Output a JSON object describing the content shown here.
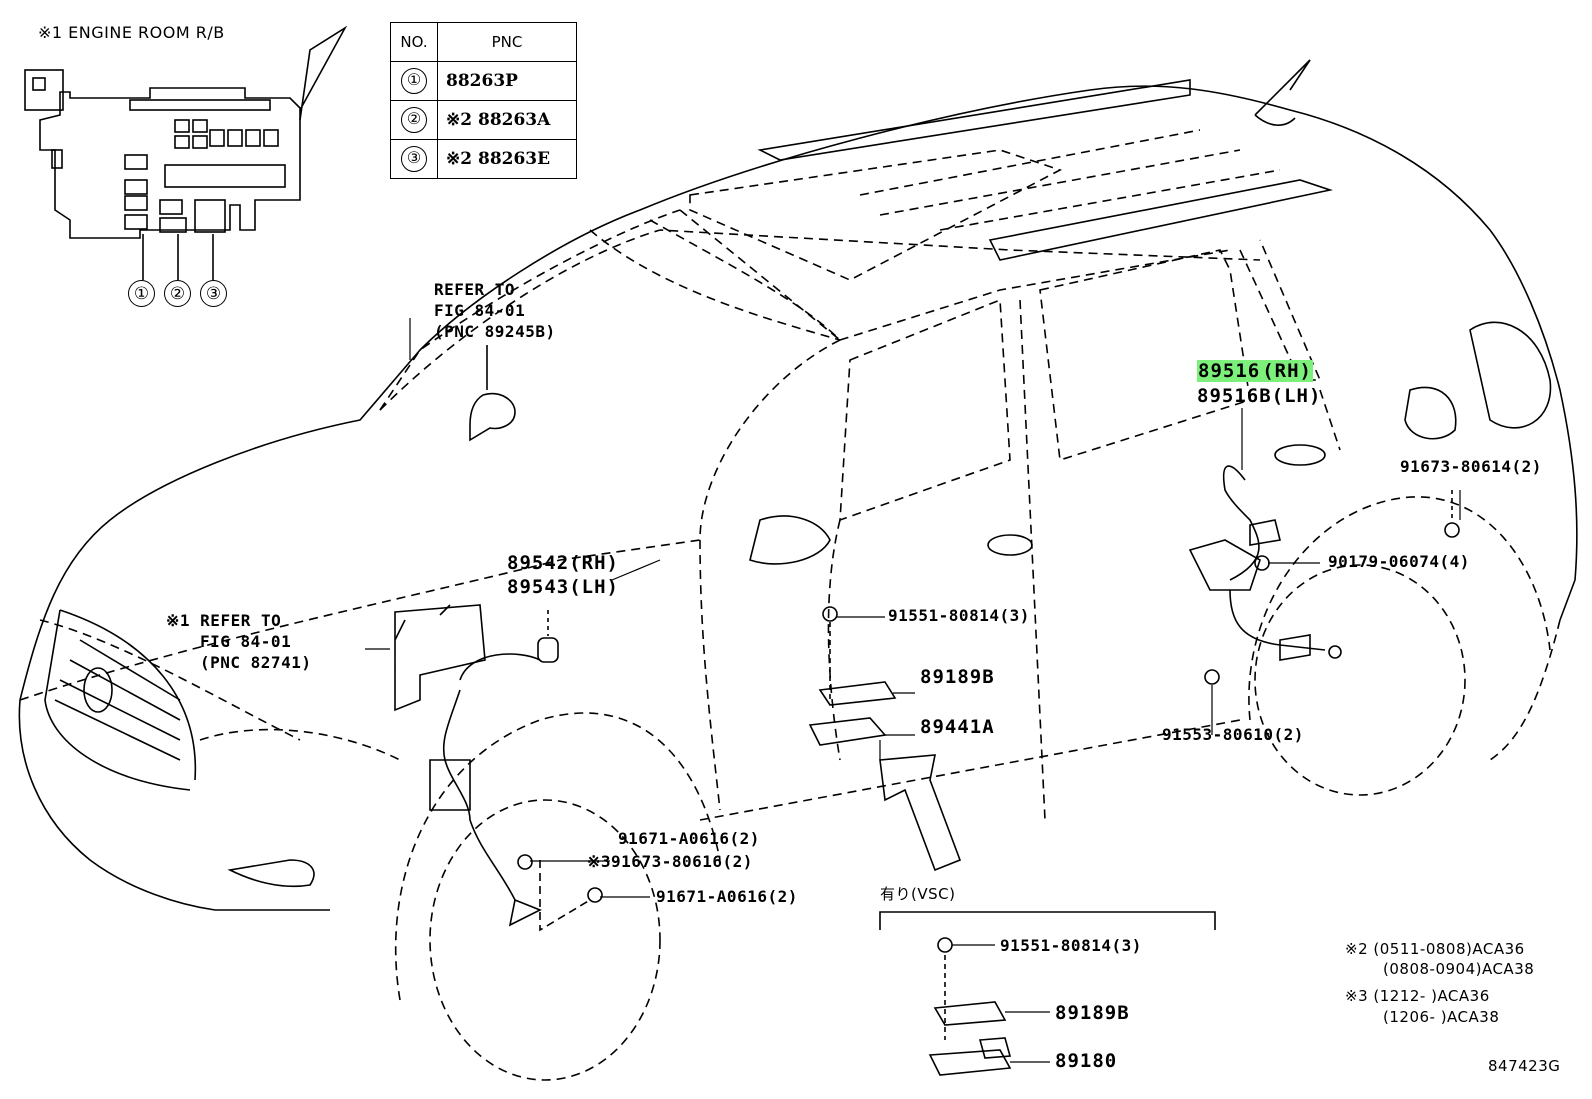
{
  "fuse_box": {
    "title": "※1 ENGINE ROOM R/B",
    "callouts": [
      "①",
      "②",
      "③"
    ]
  },
  "pnc_table": {
    "headers": [
      "NO.",
      "PNC"
    ],
    "rows": [
      {
        "no": "①",
        "pnc": "88263P"
      },
      {
        "no": "②",
        "pnc": "※2 88263A"
      },
      {
        "no": "③",
        "pnc": "※2 88263E"
      }
    ]
  },
  "labels": {
    "refer_a": [
      "REFER TO",
      "FIG 84-01",
      "(PNC 89245B)"
    ],
    "refer_b": [
      "※1 REFER TO",
      "FIG 84-01",
      "(PNC 82741)"
    ],
    "p89516a": "89516",
    "p89516a_suffix": "(RH)",
    "p89516b": "89516B(LH)",
    "p89542": "89542(RH)",
    "p89543": "89543(LH)",
    "p91551_top": "91551-80814(3)",
    "p89189b_top": "89189B",
    "p89441a": "89441A",
    "p91673_right": "91673-80614(2)",
    "p90179": "90179-06074(4)",
    "p91553": "91553-80610(2)",
    "p91671_a": "91671-A0616(2)",
    "p91673_front": "※391673-80616(2)",
    "p91671_b": "91671-A0616(2)",
    "vsc_header": "有り(VSC)",
    "p91551_bottom": "91551-80814(3)",
    "p89189b_bottom": "89189B",
    "p89180": "89180",
    "note2_a": "※2 (0511-0808)ACA36",
    "note2_b": "(0808-0904)ACA38",
    "note3_a": "※3 (1212-      )ACA36",
    "note3_b": "(1206-      )ACA38",
    "fig_code": "847423G"
  },
  "colors": {
    "highlight": "#7cf07a",
    "ink": "#000000",
    "background": "#ffffff"
  }
}
